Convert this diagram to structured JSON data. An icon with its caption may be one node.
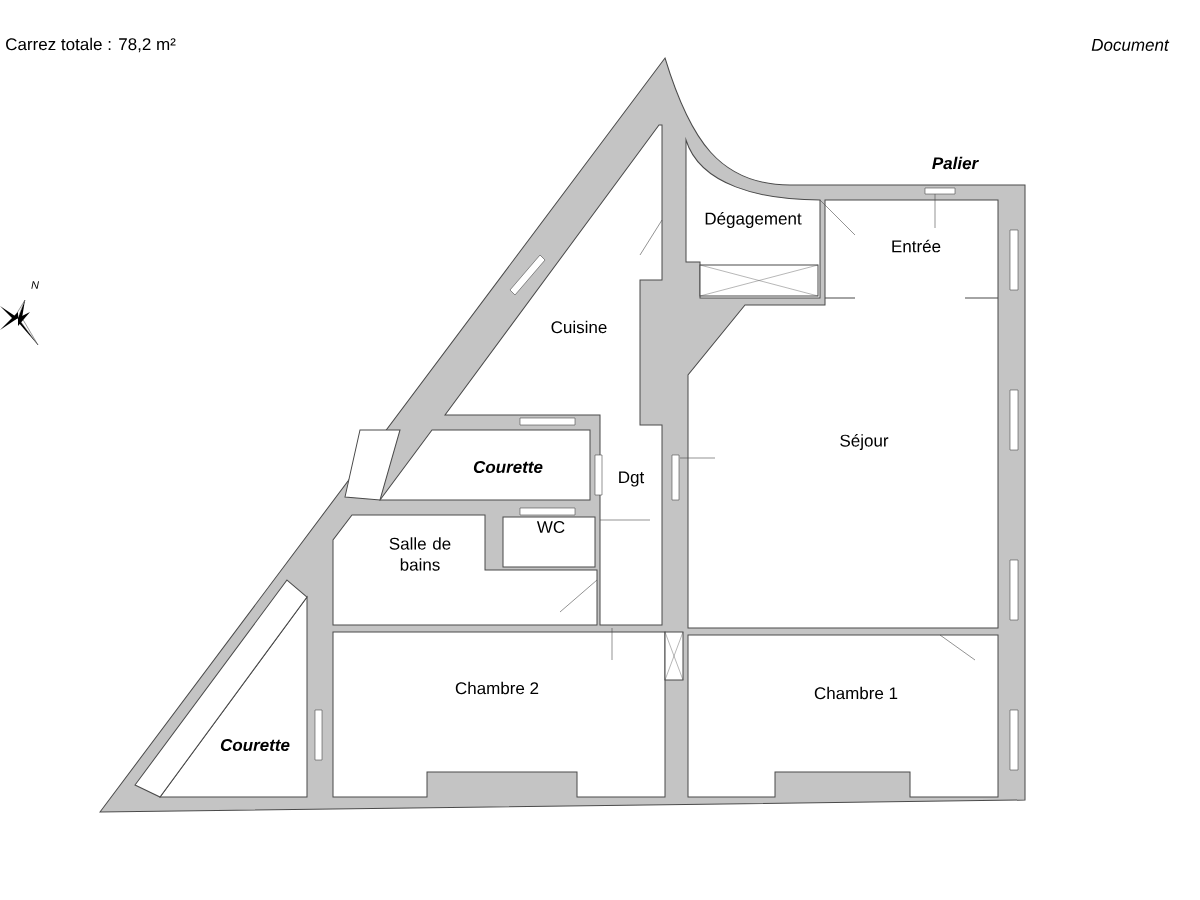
{
  "diagram": {
    "labels": [
      "Carrez totale : 78,2 m²",
      "Document",
      "N",
      "Palier",
      "Dégagement",
      "Entrée",
      "Cuisine",
      "Séjour",
      "Courette",
      "Dgt",
      "WC",
      "Salle de bains",
      "Chambre 2",
      "Chambre 1",
      "Courette"
    ]
  }
}
